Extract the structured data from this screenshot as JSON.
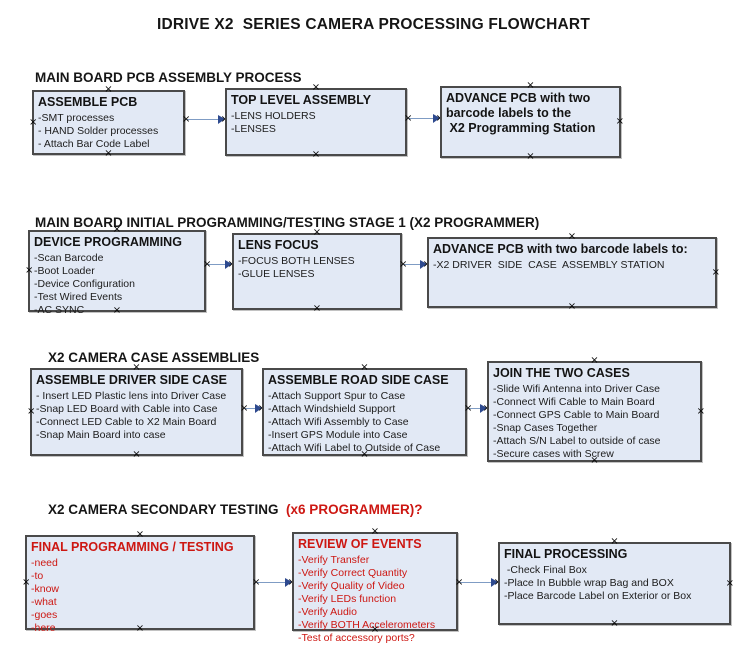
{
  "title": "IDRIVE X2  SERIES CAMERA PROCESSING FLOWCHART",
  "glyphs": {
    "handle": "×"
  },
  "colors": {
    "box_fill": "#e2e9f5",
    "box_border": "#4a4a4a",
    "arrow_line": "#7f9cc4",
    "arrow_head": "#2e4a8f",
    "red_text": "#cd1712"
  },
  "sections": [
    {
      "heading": "MAIN BOARD PCB ASSEMBLY PROCESS",
      "boxes": [
        {
          "title": "ASSEMBLE PCB",
          "items": [
            "-SMT processes",
            "- HAND Solder processes",
            "- Attach Bar Code Label"
          ]
        },
        {
          "title": "TOP LEVEL ASSEMBLY",
          "items": [
            "-LENS HOLDERS",
            "-LENSES"
          ]
        },
        {
          "title": "ADVANCE PCB with two\nbarcode labels to the\n X2 Programming Station",
          "items": []
        }
      ]
    },
    {
      "heading": "MAIN BOARD INITIAL PROGRAMMING/TESTING STAGE 1 (X2 PROGRAMMER)",
      "boxes": [
        {
          "title": "DEVICE PROGRAMMING",
          "items": [
            "-Scan Barcode",
            "-Boot Loader",
            "-Device Configuration",
            "-Test Wired Events",
            "-AC SYNC"
          ]
        },
        {
          "title": "LENS FOCUS",
          "items": [
            "-FOCUS BOTH LENSES",
            "-GLUE LENSES"
          ]
        },
        {
          "title": "ADVANCE PCB with two barcode labels to:",
          "items": [
            "-X2 DRIVER  SIDE  CASE  ASSEMBLY STATION"
          ]
        }
      ]
    },
    {
      "heading": "X2 CAMERA CASE ASSEMBLIES",
      "boxes": [
        {
          "title": "ASSEMBLE DRIVER SIDE CASE",
          "items": [
            "- Insert LED Plastic lens into Driver Case",
            "-Snap LED Board with Cable into Case",
            "-Connect LED Cable to X2 Main Board",
            "-Snap Main Board into case"
          ]
        },
        {
          "title": "ASSEMBLE ROAD SIDE CASE",
          "items": [
            "-Attach Support Spur to Case",
            "-Attach Windshield Support",
            "-Attach Wifi Assembly to Case",
            "-Insert GPS Module into Case",
            "-Attach Wifi Label to Outside of Case"
          ]
        },
        {
          "title": "JOIN THE TWO CASES",
          "items": [
            "-Slide Wifi Antenna into Driver Case",
            "-Connect Wifi Cable to Main Board",
            "-Connect GPS Cable to Main Board",
            "-Snap Cases Together",
            "-Attach S/N Label to outside of case",
            "-Secure cases with Screw"
          ]
        }
      ]
    },
    {
      "heading": "X2 CAMERA SECONDARY TESTING  ",
      "heading_suffix": "(x6 PROGRAMMER)?",
      "boxes": [
        {
          "title": "FINAL PROGRAMMING / TESTING",
          "items": [
            "-need",
            "-to",
            "-know",
            "-what",
            "-goes",
            "-here"
          ]
        },
        {
          "title": "REVIEW OF EVENTS",
          "items": [
            "-Verify Transfer",
            "-Verify Correct Quantity",
            "-Verify Quality of Video",
            "-Verify LEDs function",
            "-Verify Audio",
            "-Verify BOTH Accelerometers",
            "-Test of accessory ports?"
          ]
        },
        {
          "title": "FINAL PROCESSING",
          "items": [
            " -Check Final Box",
            "-Place In Bubble wrap Bag and BOX",
            "-Place Barcode Label on Exterior or Box"
          ]
        }
      ]
    }
  ]
}
